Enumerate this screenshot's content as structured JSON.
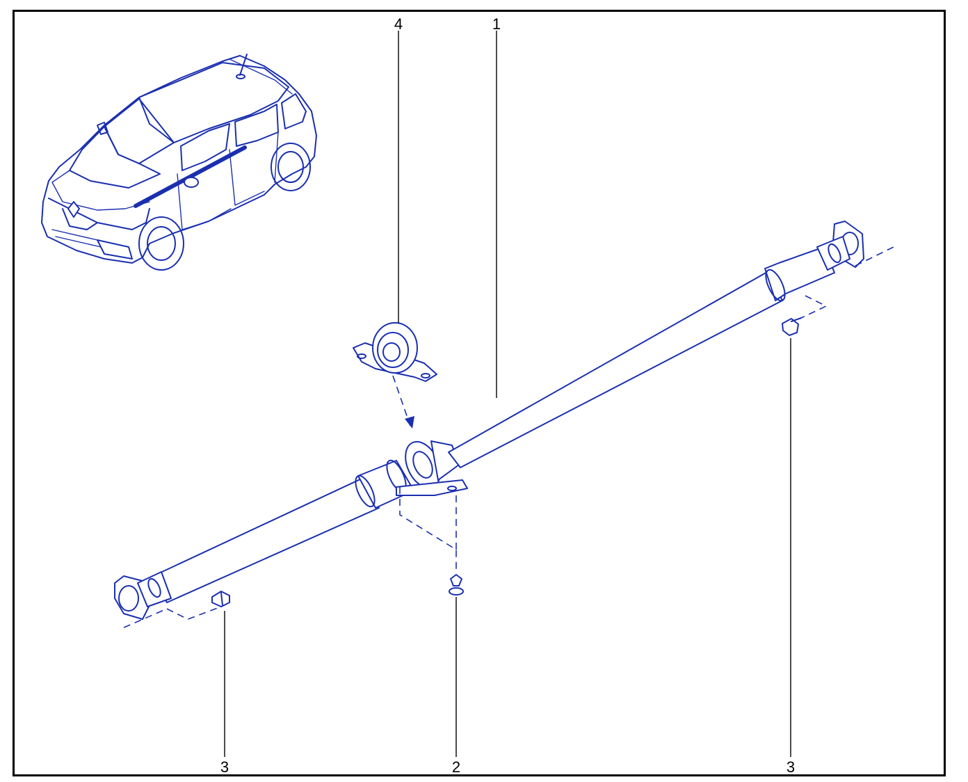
{
  "callouts": [
    {
      "id": "shaft",
      "label": "1"
    },
    {
      "id": "bolt-center",
      "label": "2"
    },
    {
      "id": "bolt-left",
      "label": "3"
    },
    {
      "id": "bolt-right",
      "label": "3"
    },
    {
      "id": "bearing",
      "label": "4"
    }
  ],
  "colors": {
    "line_art": "#1a2fb0",
    "leader": "#000000",
    "frame": "#000000"
  },
  "icons": [
    "car-icon"
  ]
}
